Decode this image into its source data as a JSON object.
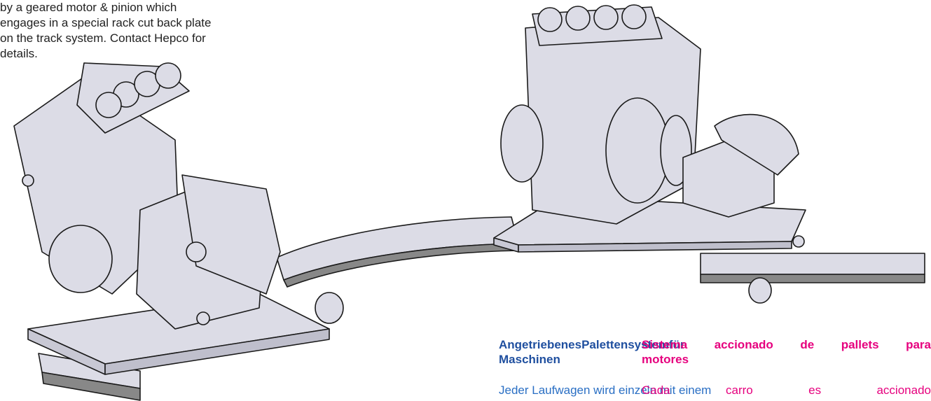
{
  "intro": {
    "lines": [
      "by a geared motor & pinion which",
      "engages in a special rack cut back plate",
      "on the track system. Contact Hepco for",
      "details."
    ]
  },
  "de": {
    "title_words": [
      "Angetriebenes",
      "Palettensystem",
      "für"
    ],
    "title_line2": "Maschinen",
    "body_line": "Jeder Laufwagen wird einzeln mit einem"
  },
  "es": {
    "title_words": [
      "Sistema",
      "accionado",
      "de",
      "pallets",
      "para"
    ],
    "title_line2": "motores",
    "body_words": [
      "Cada",
      "carro",
      "es",
      "accionado"
    ]
  },
  "colors": {
    "german_heading": "#1f4f9f",
    "german_body": "#2a6fc4",
    "spanish": "#e6007e",
    "drawing_fill": "#dcdce6",
    "drawing_stroke": "#1a1a1a"
  }
}
